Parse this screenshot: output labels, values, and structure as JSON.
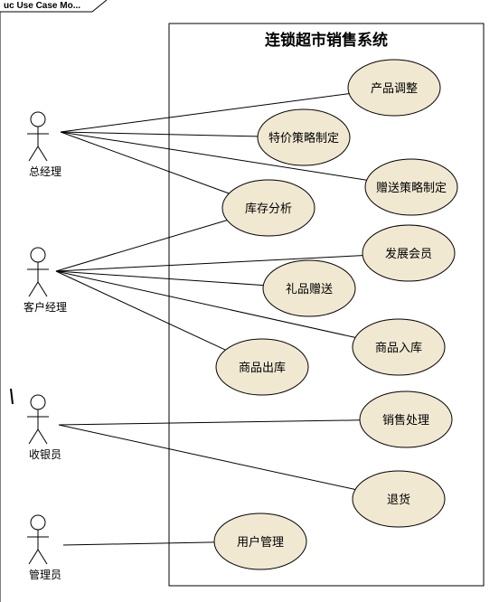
{
  "frame": {
    "tab_label": "uc Use Case Mo..."
  },
  "system": {
    "title": "连锁超市销售系统"
  },
  "actors": [
    {
      "id": "gm",
      "label": "总经理"
    },
    {
      "id": "cm",
      "label": "客户经理"
    },
    {
      "id": "cashier",
      "label": "收银员"
    },
    {
      "id": "admin",
      "label": "管理员"
    }
  ],
  "use_cases": [
    {
      "id": "product-adjust",
      "label": "产品调整"
    },
    {
      "id": "special-price",
      "label": "特价策略制定"
    },
    {
      "id": "gift-strategy",
      "label": "赠送策略制定"
    },
    {
      "id": "inventory-analysis",
      "label": "库存分析"
    },
    {
      "id": "member-dev",
      "label": "发展会员"
    },
    {
      "id": "gift-giving",
      "label": "礼品赠送"
    },
    {
      "id": "goods-in",
      "label": "商品入库"
    },
    {
      "id": "goods-out",
      "label": "商品出库"
    },
    {
      "id": "sales",
      "label": "销售处理"
    },
    {
      "id": "return",
      "label": "退货"
    },
    {
      "id": "user-mgmt",
      "label": "用户管理"
    }
  ],
  "associations": [
    [
      "gm",
      "product-adjust"
    ],
    [
      "gm",
      "special-price"
    ],
    [
      "gm",
      "gift-strategy"
    ],
    [
      "gm",
      "inventory-analysis"
    ],
    [
      "cm",
      "inventory-analysis"
    ],
    [
      "cm",
      "member-dev"
    ],
    [
      "cm",
      "gift-giving"
    ],
    [
      "cm",
      "goods-in"
    ],
    [
      "cm",
      "goods-out"
    ],
    [
      "cashier",
      "sales"
    ],
    [
      "cashier",
      "return"
    ],
    [
      "admin",
      "user-mgmt"
    ]
  ],
  "colors": {
    "usecase_fill": "#F1E8D2",
    "stroke": "#000000",
    "background": "#FFFFFF"
  }
}
